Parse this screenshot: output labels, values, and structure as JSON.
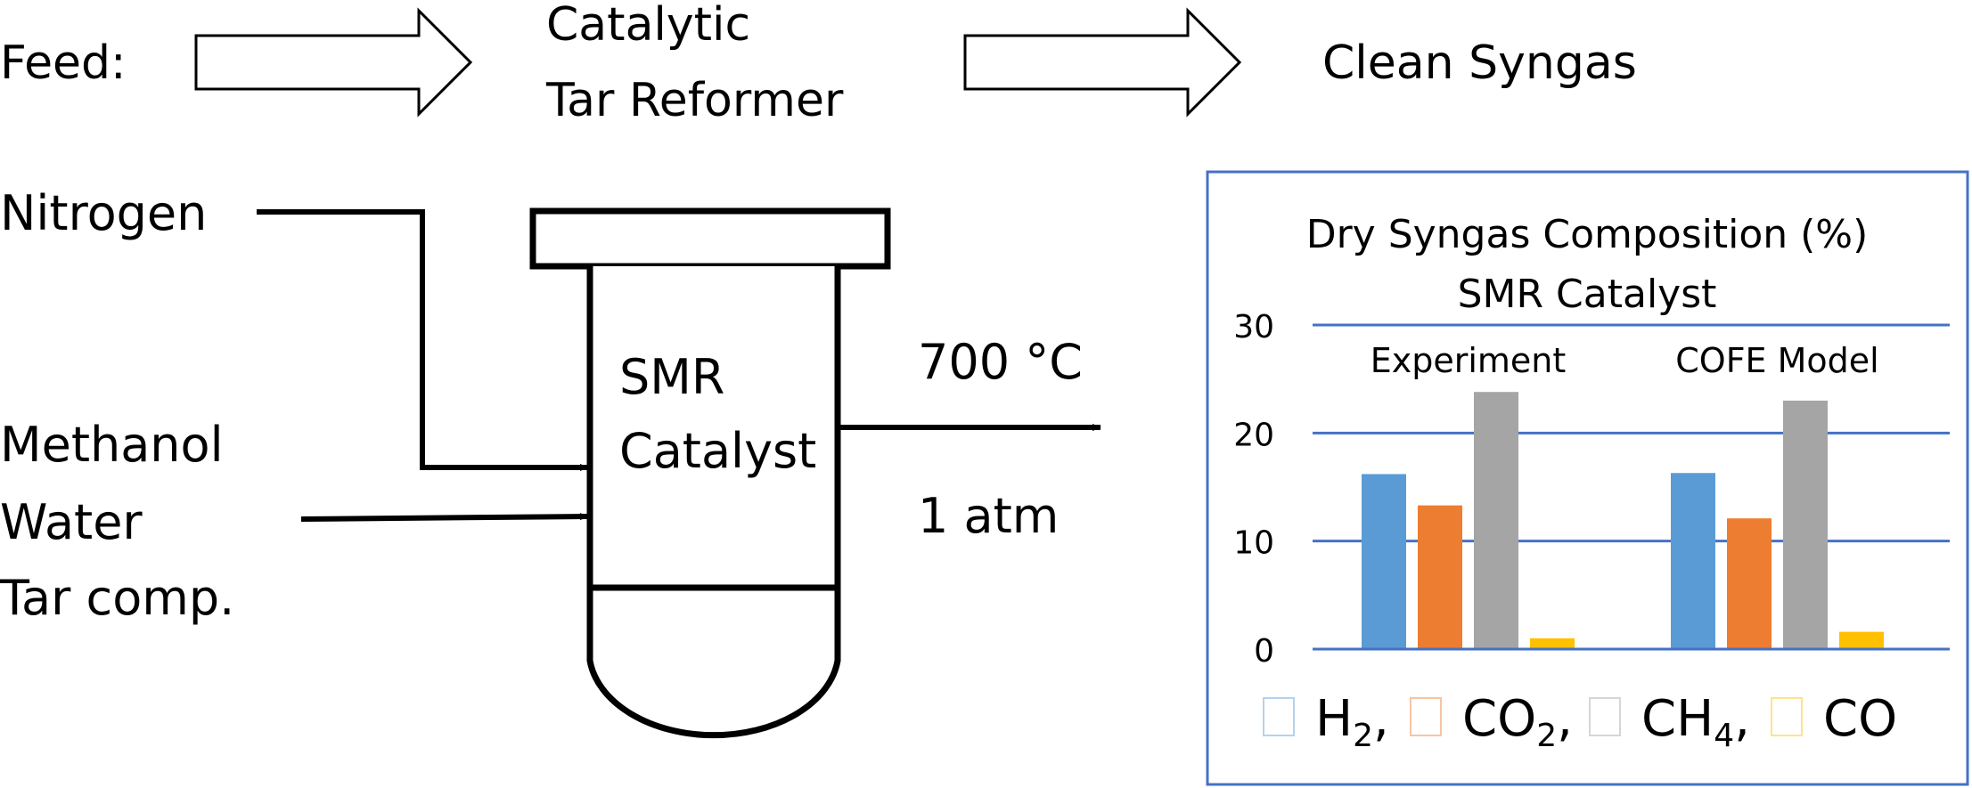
{
  "header": {
    "feed_label": "Feed:",
    "reformer_line1": "Catalytic",
    "reformer_line2": "Tar Reformer",
    "output_label": "Clean Syngas"
  },
  "inputs": {
    "nitrogen": "Nitrogen",
    "methanol": "Methanol",
    "water": "Water",
    "tar": "Tar comp."
  },
  "reactor": {
    "catalyst_line1": "SMR",
    "catalyst_line2": "Catalyst",
    "temperature": "700 °C",
    "pressure": "1 atm"
  },
  "chart_data": {
    "type": "bar",
    "title": "Dry Syngas Composition (%)",
    "subtitle": "SMR Catalyst",
    "categories": [
      "Experiment",
      "COFE Model"
    ],
    "series": [
      {
        "name": "H2",
        "values": [
          16.2,
          16.3
        ],
        "color": "#5b9bd5"
      },
      {
        "name": "CO2",
        "values": [
          13.3,
          12.1
        ],
        "color": "#ed7d31"
      },
      {
        "name": "CH4",
        "values": [
          23.8,
          23.0
        ],
        "color": "#a5a5a5"
      },
      {
        "name": "CO",
        "values": [
          1.0,
          1.6
        ],
        "color": "#ffc000"
      }
    ],
    "ylim": [
      0,
      30
    ],
    "yticks": [
      0,
      10,
      20,
      30
    ],
    "grid": true,
    "legend": "bottom",
    "frame_color": "#4472c4",
    "grid_color": "#4472c4"
  }
}
